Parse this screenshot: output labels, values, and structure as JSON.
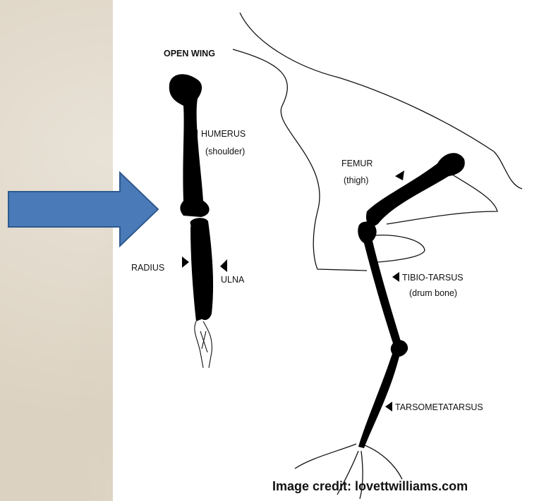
{
  "diagram": {
    "title": "OPEN WING",
    "labels": {
      "humerus": "HUMERUS",
      "humerus_sub": "(shoulder)",
      "radius": "RADIUS",
      "ulna": "ULNA",
      "femur": "FEMUR",
      "femur_sub": "(thigh)",
      "tibio": "TIBIO-TARSUS",
      "tibio_sub": "(drum bone)",
      "tarso": "TARSOMETATARSUS"
    }
  },
  "credit": "Image credit: lovettwilliams.com",
  "colors": {
    "arrow_fill": "#4a7ab8",
    "arrow_stroke": "#2f5a8e",
    "bone": "#000000"
  }
}
